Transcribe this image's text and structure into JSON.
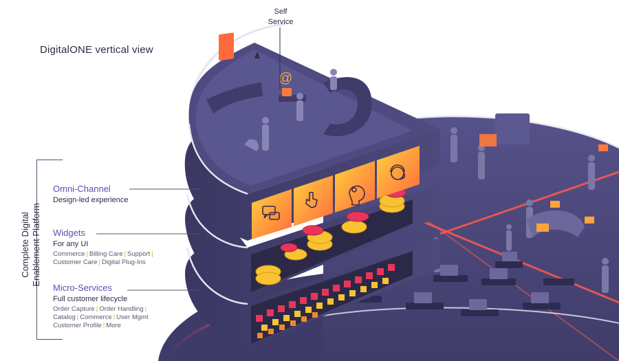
{
  "title": "DigitalONE vertical view",
  "self_service": [
    "Self",
    "Service"
  ],
  "platform_label": [
    "Complete Digital",
    "Enablement Platform"
  ],
  "sections": [
    {
      "title": "Omni-Channel",
      "subtitle": "Design-led experience",
      "items": []
    },
    {
      "title": "Widgets",
      "subtitle": "For any UI",
      "items": [
        [
          "Commerce",
          "Billing Care",
          "Support",
          ""
        ],
        [
          "Customer Care",
          "Digital Plug-Ins"
        ]
      ]
    },
    {
      "title": "Micro-Services",
      "subtitle": "Full customer lifecycle",
      "items": [
        [
          "Order Capture",
          "Order Handling",
          ""
        ],
        [
          "Catalog",
          "Commerce",
          "User Mgmt"
        ],
        [
          "Customer Profile",
          "More"
        ]
      ]
    }
  ],
  "colors": {
    "tower": "#45426e",
    "tower_light": "#5c5890",
    "floor": "#4a4775",
    "accent_yellow": "#f7c332",
    "accent_red": "#e8365a",
    "accent_orange": "#f08a24",
    "text_purple": "#5b4fb0"
  },
  "icons": [
    "chat-icon",
    "hand-tap-icon",
    "head-settings-icon",
    "headset-agent-icon",
    "at-sign-icon"
  ]
}
